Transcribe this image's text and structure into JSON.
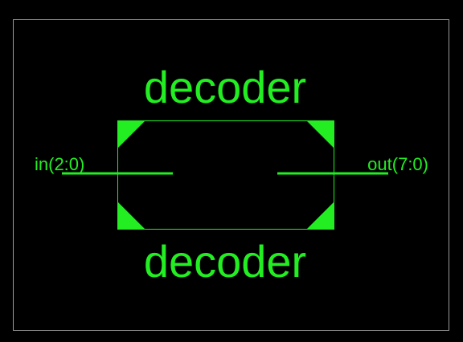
{
  "colors": {
    "background": "#000000",
    "frame": "#9a9a9a",
    "symbol": "#22ee22"
  },
  "symbol": {
    "type": "decoder",
    "name_top": "decoder",
    "name_bottom": "decoder",
    "ports": {
      "input": "in(2:0)",
      "output": "out(7:0)"
    }
  }
}
